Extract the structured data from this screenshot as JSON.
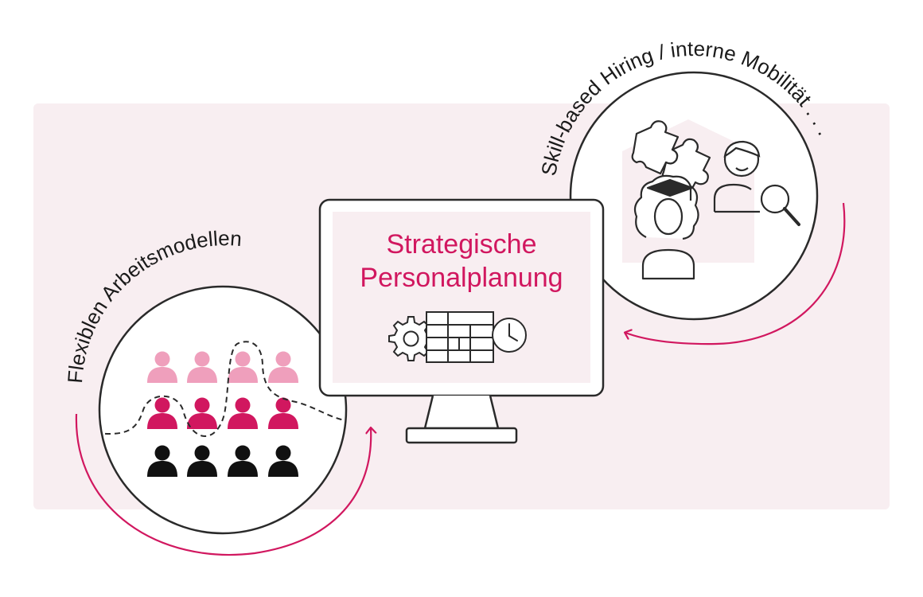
{
  "labels": {
    "left_arc": "Flexiblen Arbeitsmodellen",
    "right_arc": "Skill-based Hiring / interne Mobilität . . .",
    "title_line1": "Strategische",
    "title_line2": "Personalplanung"
  },
  "icons": {
    "monitor": "monitor-icon",
    "gear": "gear-icon",
    "calendar": "calendar-grid-icon",
    "clock": "clock-icon",
    "puzzle": "puzzle-icon",
    "person": "person-icon",
    "magnifier": "magnifier-icon",
    "graduate": "graduate-icon"
  },
  "people_rows": [
    {
      "role": "light",
      "count": 4
    },
    {
      "role": "accent",
      "count": 4
    },
    {
      "role": "dark",
      "count": 4
    }
  ],
  "colors": {
    "accent": "#d1175f",
    "accent_light": "#ef9fbc",
    "dark": "#111111",
    "panel_bg": "#f8eef1",
    "outline": "#2a2a2a"
  }
}
